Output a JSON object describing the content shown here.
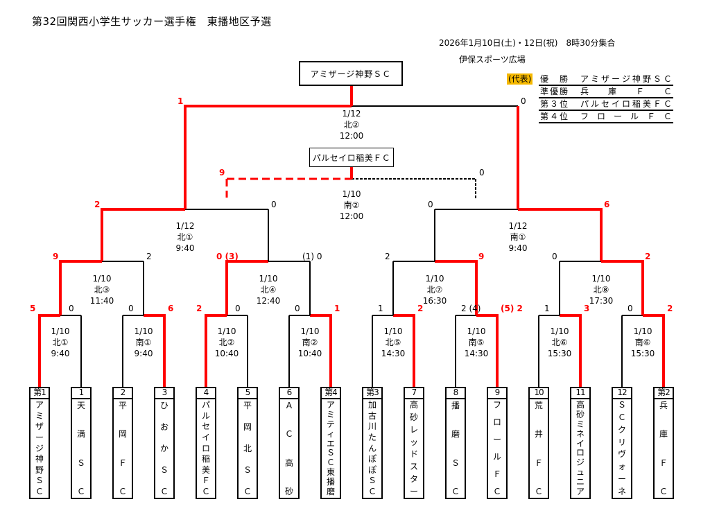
{
  "title": "第32回関西小学生サッカー選手権　東播地区予選",
  "date_line": "2026年1月10日(土)・12日(祝)　8時30分集合",
  "venue": "伊保スポーツ広場",
  "champion_box": "アミザージ神野ＳＣ",
  "third_place_box": "パルセイロ稲美ＦＣ",
  "representative_badge": "(代表)",
  "results": [
    {
      "rank": "優　勝",
      "team": [
        "ア",
        "ミ",
        "ザ",
        "ー",
        "ジ",
        "神",
        "野",
        "Ｓ",
        "Ｃ"
      ]
    },
    {
      "rank": "準優勝",
      "team": [
        "兵",
        "庫",
        "Ｆ",
        "Ｃ"
      ]
    },
    {
      "rank": "第３位",
      "team": [
        "パ",
        "ル",
        "セ",
        "イ",
        "ロ",
        "稲",
        "美",
        "Ｆ",
        "Ｃ"
      ]
    },
    {
      "rank": "第４位",
      "team": [
        "フ",
        "ロ",
        "ー",
        "ル",
        "Ｆ",
        "Ｃ"
      ]
    }
  ],
  "matches": {
    "final": {
      "date": "1/12",
      "field": "北②",
      "time": "12:00",
      "left_score": "1",
      "right_score": "0"
    },
    "third_place": {
      "date": "1/10",
      "field": "南②",
      "time": "12:00",
      "left_score": "9",
      "right_score": "0"
    },
    "semi_left": {
      "date": "1/12",
      "field": "北①",
      "time": "9:40",
      "left_score": "2",
      "right_score": "0"
    },
    "semi_right": {
      "date": "1/12",
      "field": "南①",
      "time": "9:40",
      "left_score": "0",
      "right_score": "6"
    },
    "qf1": {
      "date": "1/10",
      "field": "北③",
      "time": "11:40",
      "left_score": "9",
      "right_score": "2"
    },
    "qf2": {
      "date": "1/10",
      "field": "北④",
      "time": "12:40",
      "left_score": "0 (3)",
      "right_score": "(1) 0"
    },
    "qf3": {
      "date": "1/10",
      "field": "北⑦",
      "time": "16:30",
      "left_score": "2",
      "right_score": "9"
    },
    "qf4": {
      "date": "1/10",
      "field": "北⑧",
      "time": "17:30",
      "left_score": "0",
      "right_score": "2"
    },
    "r1_1": {
      "date": "1/10",
      "field": "北①",
      "time": "9:40",
      "left_score": "5",
      "right_score": "0"
    },
    "r1_2": {
      "date": "1/10",
      "field": "南①",
      "time": "9:40",
      "left_score": "0",
      "right_score": "6"
    },
    "r1_3": {
      "date": "1/10",
      "field": "北②",
      "time": "10:40",
      "left_score": "2",
      "right_score": "0"
    },
    "r1_4": {
      "date": "1/10",
      "field": "南②",
      "time": "10:40",
      "left_score": "0",
      "right_score": "1"
    },
    "r1_5": {
      "date": "1/10",
      "field": "北⑤",
      "time": "14:30",
      "left_score": "1",
      "right_score": "2"
    },
    "r1_6": {
      "date": "1/10",
      "field": "南⑤",
      "time": "14:30",
      "left_score": "2 (4)",
      "right_score": "(5) 2"
    },
    "r1_7": {
      "date": "1/10",
      "field": "北⑥",
      "time": "15:30",
      "left_score": "1",
      "right_score": "3"
    },
    "r1_8": {
      "date": "1/10",
      "field": "南⑥",
      "time": "15:30",
      "left_score": "0",
      "right_score": "2"
    }
  },
  "teams": [
    {
      "seed": "第1",
      "name": [
        "ア",
        "ミ",
        "ザ",
        "ー",
        "ジ",
        "神",
        "野",
        "Ｓ",
        "Ｃ"
      ]
    },
    {
      "seed": "1",
      "name": [
        "天",
        "満",
        "Ｓ",
        "Ｃ"
      ]
    },
    {
      "seed": "2",
      "name": [
        "平",
        "岡",
        "Ｆ",
        "Ｃ"
      ]
    },
    {
      "seed": "3",
      "name": [
        "ひ",
        "お",
        "か",
        "Ｓ",
        "Ｃ"
      ]
    },
    {
      "seed": "4",
      "name": [
        "パ",
        "ル",
        "セ",
        "イ",
        "ロ",
        "稲",
        "美",
        "Ｆ",
        "Ｃ"
      ]
    },
    {
      "seed": "5",
      "name": [
        "平",
        "岡",
        "北",
        "Ｓ",
        "Ｃ"
      ]
    },
    {
      "seed": "6",
      "name": [
        "Ａ",
        "Ｃ",
        "高",
        "砂"
      ]
    },
    {
      "seed": "第4",
      "name": [
        "ア",
        "ミ",
        "テ",
        "ィ",
        "エ",
        "Ｓ",
        "Ｃ",
        "東",
        "播",
        "磨"
      ]
    },
    {
      "seed": "第3",
      "name": [
        "加",
        "古",
        "川",
        "た",
        "ん",
        "ぽ",
        "ぽ",
        "Ｓ",
        "Ｃ"
      ]
    },
    {
      "seed": "7",
      "name": [
        "高",
        "砂",
        "レ",
        "ッ",
        "ド",
        "ス",
        "タ",
        "ー"
      ]
    },
    {
      "seed": "8",
      "name": [
        "播",
        "磨",
        "Ｓ",
        "Ｃ"
      ]
    },
    {
      "seed": "9",
      "name": [
        "フ",
        "ロ",
        "ー",
        "ル",
        "Ｆ",
        "Ｃ"
      ]
    },
    {
      "seed": "10",
      "name": [
        "荒",
        "井",
        "Ｆ",
        "Ｃ"
      ]
    },
    {
      "seed": "11",
      "name": [
        "高",
        "砂",
        "ミ",
        "ネ",
        "イ",
        "ロ",
        "ジ",
        "ュ",
        "ニ",
        "ア"
      ]
    },
    {
      "seed": "12",
      "name": [
        "Ｓ",
        "Ｃ",
        "ク",
        "リ",
        "ヴ",
        "ォ",
        "ー",
        "ネ"
      ]
    },
    {
      "seed": "第2",
      "name": [
        "兵",
        "庫",
        "Ｆ",
        "Ｃ"
      ]
    }
  ],
  "colors": {
    "winner_line": "#ff0000",
    "loser_line": "#000000",
    "badge": "#f5b800"
  }
}
